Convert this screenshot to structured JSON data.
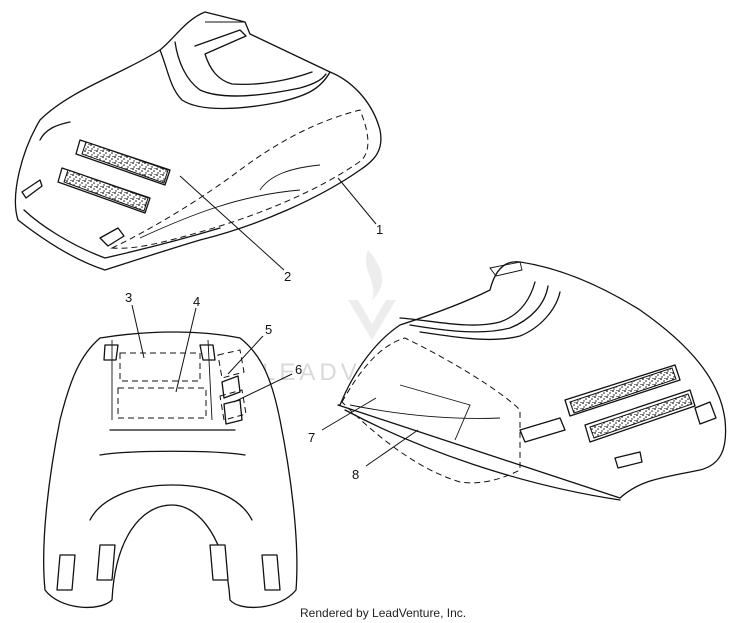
{
  "watermark": "LEADVENTURE",
  "footer": "Rendered by LeadVenture, Inc.",
  "callouts": [
    "1",
    "2",
    "3",
    "4",
    "5",
    "6",
    "7",
    "8"
  ],
  "colors": {
    "line": "#111111",
    "watermark": "#d9d9d9",
    "background": "#ffffff"
  }
}
